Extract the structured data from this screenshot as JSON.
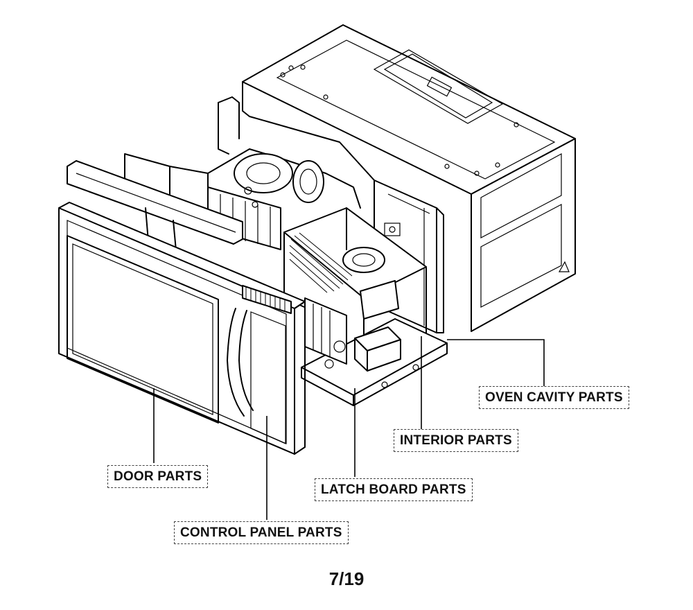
{
  "labels": {
    "oven_cavity": "OVEN CAVITY PARTS",
    "interior": "INTERIOR PARTS",
    "latch_board": "LATCH BOARD PARTS",
    "door": "DOOR PARTS",
    "control_panel": "CONTROL PANEL PARTS"
  },
  "page_number": "7/19"
}
